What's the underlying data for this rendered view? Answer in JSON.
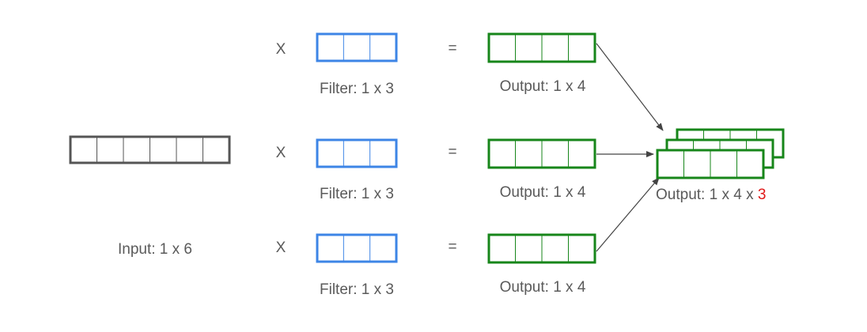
{
  "input": {
    "label": "Input: 1 x 6",
    "cells": 6,
    "color": "#555555"
  },
  "rows": [
    {
      "operator": "X",
      "filter": {
        "label": "Filter: 1 x 3",
        "cells": 3,
        "color": "#3d85e6"
      },
      "equals": "=",
      "output": {
        "label": "Output: 1 x 4",
        "cells": 4,
        "color": "#17861a"
      }
    },
    {
      "operator": "X",
      "filter": {
        "label": "Filter: 1 x 3",
        "cells": 3,
        "color": "#3d85e6"
      },
      "equals": "=",
      "output": {
        "label": "Output: 1 x 4",
        "cells": 4,
        "color": "#17861a"
      }
    },
    {
      "operator": "X",
      "filter": {
        "label": "Filter: 1 x 3",
        "cells": 3,
        "color": "#3d85e6"
      },
      "equals": "=",
      "output": {
        "label": "Output: 1 x 4",
        "cells": 4,
        "color": "#17861a"
      }
    }
  ],
  "stacked_output": {
    "label_prefix": "Output: 1 x 4 x ",
    "label_highlight": "3",
    "highlight_color": "#e01818",
    "layers": 3,
    "cells": 4,
    "color": "#17861a"
  },
  "arrow_color": "#444444"
}
